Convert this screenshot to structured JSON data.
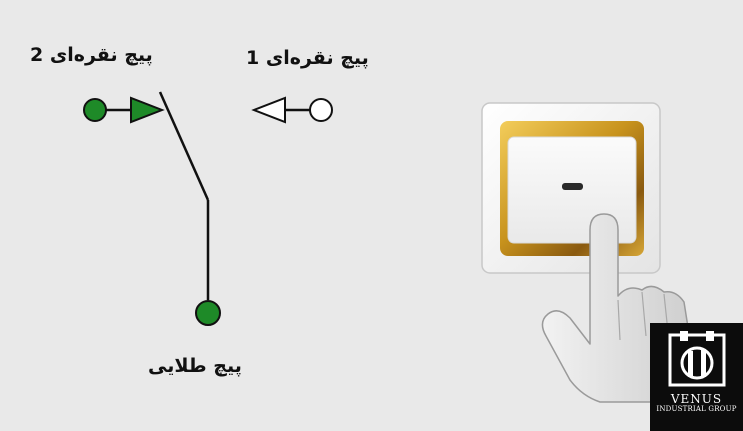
{
  "labels": {
    "silver_terminal_2": "پیچ نقره‌ای 2",
    "silver_terminal_1": "پیچ نقره‌ای 1",
    "gold_terminal": "پیچ طلایی"
  },
  "logo": {
    "brand": "VENUS",
    "sub": "INDUSTRIAL GROUP"
  },
  "colors": {
    "terminal_active": "#1e8a28",
    "terminal_inactive": "#ffffff",
    "wire": "#111111",
    "switch_gold": "#c99a22",
    "background": "#e9e9e9"
  }
}
